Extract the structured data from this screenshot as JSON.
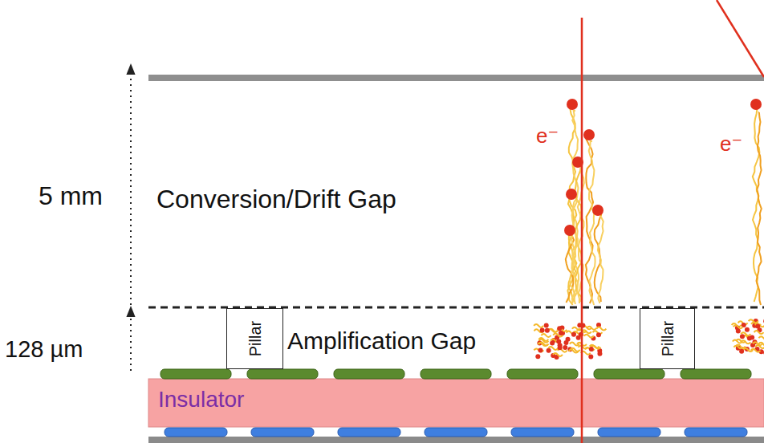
{
  "diagram": {
    "nodes": [
      {
        "text": [
          "Pillar"
        ]
      },
      {
        "text": [
          "Pillar"
        ]
      },
      {
        "text": [
          "Insulator"
        ]
      }
    ],
    "labels": [
      "5 mm",
      "Conversion/Drift Gap",
      "128 µm",
      "Amplification Gap",
      "e⁻",
      "e⁻"
    ]
  }
}
